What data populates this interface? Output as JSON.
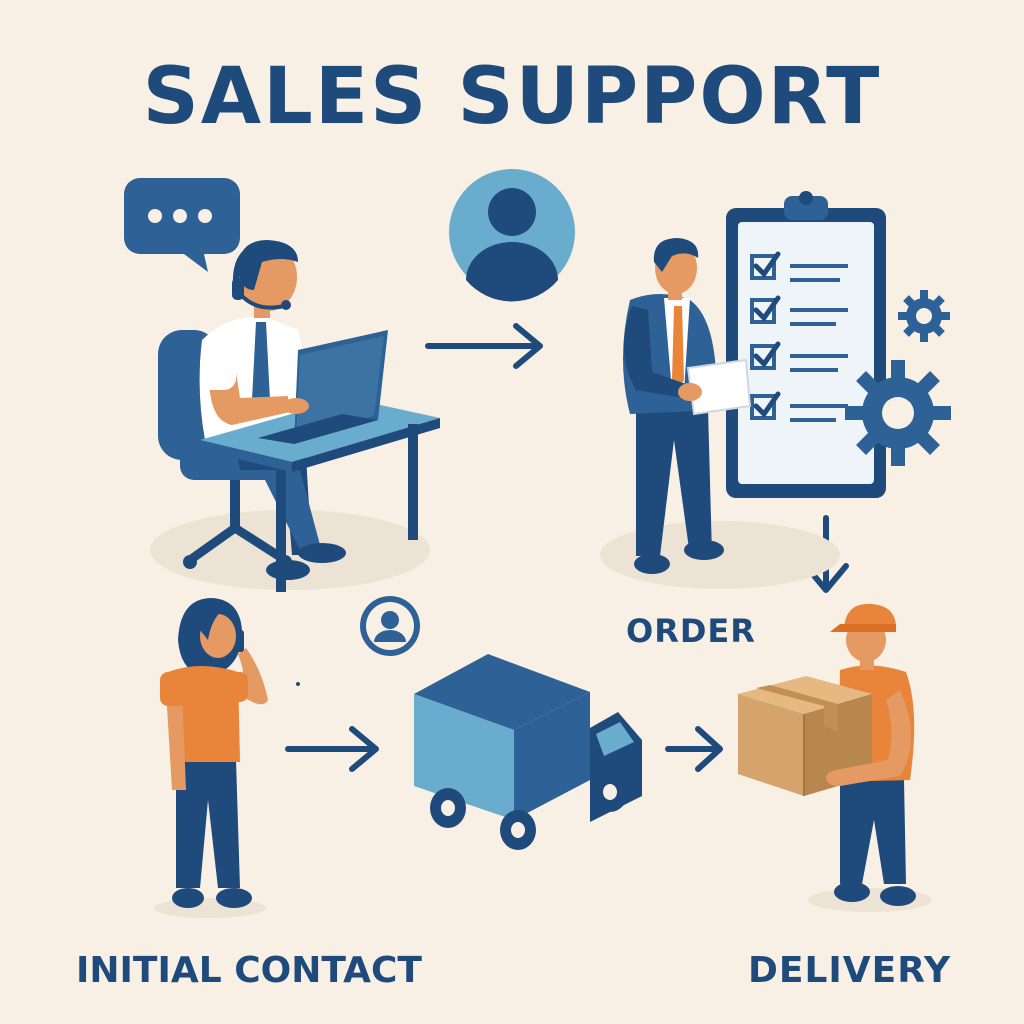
{
  "title": "SALES SUPPORT",
  "steps": {
    "order": "ORDER",
    "initial_contact": "INITIAL CONTACT",
    "delivery": "DELIVERY"
  },
  "colors": {
    "background": "#f8f0e4",
    "navy": "#1f4a7c",
    "mid_blue": "#2e6196",
    "light_blue": "#6aaccd",
    "orange": "#e8853a",
    "skin": "#e69a63",
    "box": "#d4a46c"
  },
  "icons": [
    "chat-bubble-icon",
    "user-avatar-icon",
    "clipboard-checklist-icon",
    "gear-icon",
    "truck-icon",
    "package-box-icon"
  ]
}
